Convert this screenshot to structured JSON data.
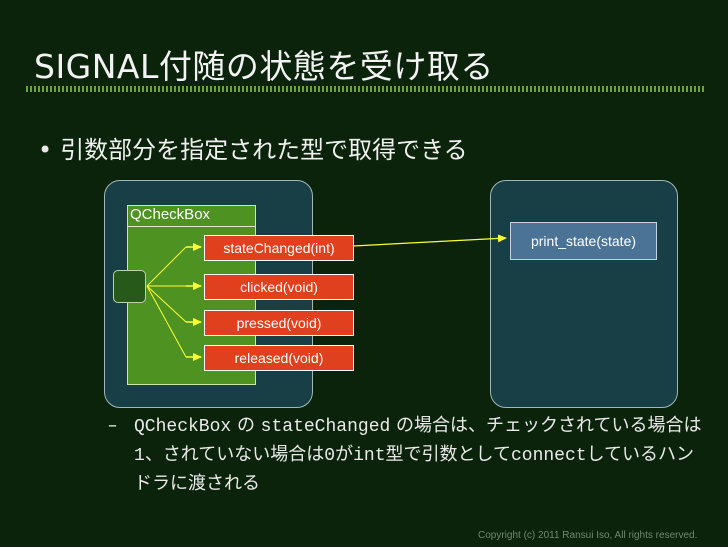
{
  "slide": {
    "title": "SIGNAL付随の状態を受け取る",
    "bullet": "引数部分を指定された型で取得できる",
    "bullet_marker": "•"
  },
  "diagram": {
    "sender_label": "QCheckBox",
    "signals": [
      "stateChanged(int)",
      "clicked(void)",
      "pressed(void)",
      "released(void)"
    ],
    "slot": "print_state(state)",
    "colors": {
      "signal": "#e0401d",
      "slot": "#4a7396",
      "arrow": "#ffff33",
      "widget": "#4e9322"
    }
  },
  "note": {
    "marker": "–",
    "p1": "QCheckBox",
    "p2": " の ",
    "p3": "stateChanged",
    "p4": " の場合は、チェックされている場合は",
    "p5": "1",
    "p6": "、されていない場合は",
    "p7": "0",
    "p8": "が",
    "p9": "int",
    "p10": "型で引数として",
    "p11": "connect",
    "p12": "しているハンドラに渡される"
  },
  "footer": {
    "copyright": "Copyright (c) 2011 Ransui Iso, All rights reserved."
  }
}
